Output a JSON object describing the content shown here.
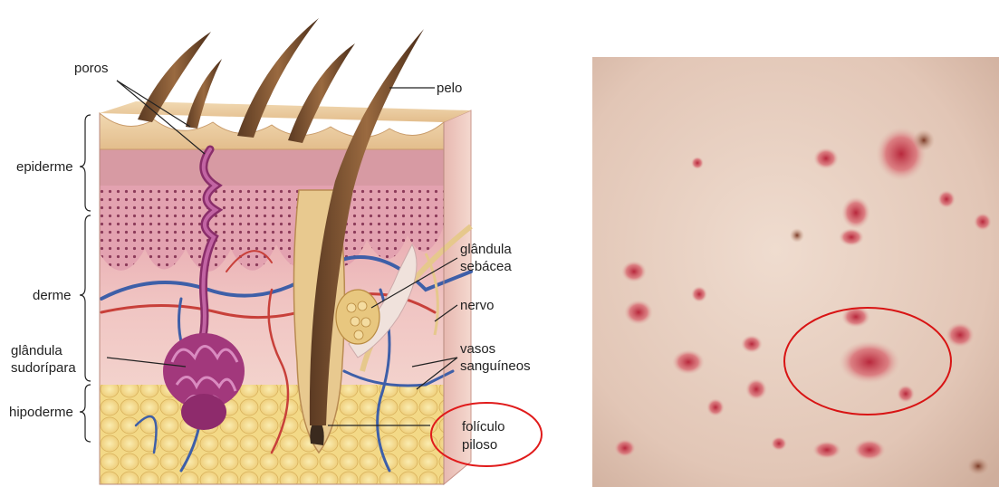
{
  "diagram": {
    "labels": {
      "poros": "poros",
      "pelo": "pelo",
      "epiderme": "epiderme",
      "derme": "derme",
      "glandula_sudoripara_1": "glândula",
      "glandula_sudoripara_2": "sudorípara",
      "hipoderme": "hipoderme",
      "glandula_sebacea_1": "glândula",
      "glandula_sebacea_2": "sebácea",
      "nervo": "nervo",
      "vasos_1": "vasos",
      "vasos_2": "sanguíneos",
      "foliculo_1": "folículo",
      "foliculo_2": "piloso"
    },
    "highlight_color": "#e01b1b"
  },
  "photo": {
    "highlight_color": "#d81414"
  }
}
